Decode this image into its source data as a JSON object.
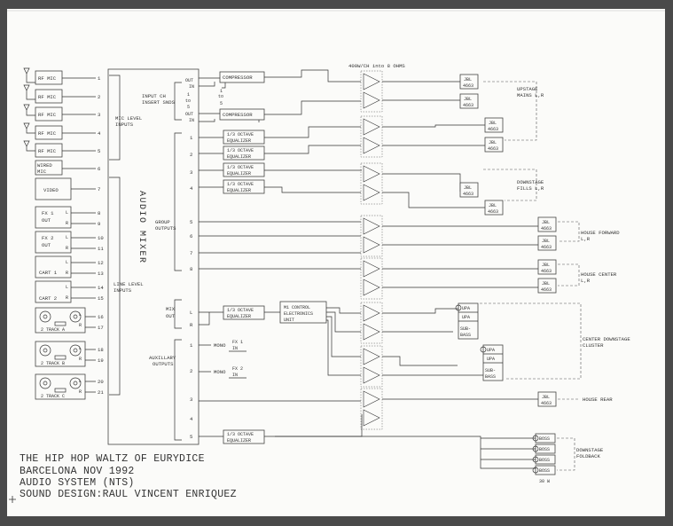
{
  "inputs": {
    "rf_mics": [
      {
        "label": "RF MIC",
        "ch": "1"
      },
      {
        "label": "RF MIC",
        "ch": "2"
      },
      {
        "label": "RF MIC",
        "ch": "3"
      },
      {
        "label": "RF MIC",
        "ch": "4"
      },
      {
        "label": "RF MIC",
        "ch": "5"
      }
    ],
    "wired_mic": {
      "label1": "WIRED",
      "label2": "MIC",
      "ch": "6"
    },
    "video": {
      "label": "VIDEO",
      "ch": "7"
    },
    "fx1": {
      "label1": "FX 1",
      "label2": "OUT",
      "ch_l": "8",
      "ch_r": "9"
    },
    "fx2": {
      "label1": "FX 2",
      "label2": "OUT",
      "ch_l": "10",
      "ch_r": "11"
    },
    "cart1": {
      "label": "CART 1",
      "ch_l": "12",
      "ch_r": "13"
    },
    "cart2": {
      "label": "CART 2",
      "ch_l": "14",
      "ch_r": "15"
    },
    "track_a": {
      "label": "2 TRACK A",
      "ch_l": "16",
      "ch_r": "17"
    },
    "track_b": {
      "label": "2 TRACK B",
      "ch_l": "18",
      "ch_r": "19"
    },
    "track_c": {
      "label": "2 TRACK C",
      "ch_l": "20",
      "ch_r": "21"
    },
    "left_letter": "L",
    "right_letter": "R"
  },
  "mixer": {
    "title": "AUDIO MIXER",
    "mic_level_inputs_1": "MIC LEVEL",
    "mic_level_inputs_2": "INPUTS",
    "line_level_inputs_1": "LINE LEVEL",
    "line_level_inputs_2": "INPUTS",
    "insert_1": "INPUT CH",
    "insert_2": "INSERT SNDS",
    "out_label": "OUT",
    "in_label": "IN",
    "range_1": "1",
    "range_to": "to",
    "range_5": "5",
    "group_outputs_1": "GROUP",
    "group_outputs_2": "OUTPUTS",
    "group_nums": [
      "1",
      "2",
      "3",
      "4",
      "5",
      "6",
      "7",
      "8"
    ],
    "mix_out_1": "MIX",
    "mix_out_2": "OUT",
    "mix_l": "L",
    "mix_r": "R",
    "aux_1": "AUXILLARY",
    "aux_2": "OUTPUTS",
    "aux_nums": [
      "1",
      "2",
      "3",
      "4",
      "5"
    ]
  },
  "processors": {
    "compressor": "COMPRESSOR",
    "eq_1": "1/3 OCTAVE",
    "eq_2": "EQUALIZER",
    "mono": "MONO",
    "fx1_in_1": "FX 1",
    "fx1_in_2": "IN",
    "fx2_in_1": "FX 2",
    "fx2_in_2": "IN",
    "m1_1": "M1 CONTROL",
    "m1_2": "ELECTRONICS",
    "m1_3": "UNIT"
  },
  "amps_header": "400W/CH into 8 OHMS",
  "speakers": {
    "jbl": "JBL",
    "jbl_model": "4663",
    "upa": "UPA",
    "sub_1": "SUB-",
    "sub_2": "BASS",
    "boss": "BOSS",
    "boss_power": "30 W"
  },
  "zones": {
    "upstage_1": "UPSTAGE",
    "upstage_2": "MAINS L,R",
    "downstage_1": "DOWNSTAGE",
    "downstage_2": "FILLS L,R",
    "house_forward_1": "HOUSE FORWARD",
    "house_forward_2": "L,R",
    "house_center_1": "HOUSE CENTER",
    "house_center_2": "L,R",
    "center_down_1": "CENTER DOWNSTAGE",
    "center_down_2": "CLUSTER",
    "house_rear": "HOUSE REAR",
    "foldback_1": "DOWNSTAGE",
    "foldback_2": "FOLDBACK"
  },
  "title_block": {
    "line1": "THE HIP HOP WALTZ OF EURYDICE",
    "line2": "BARCELONA NOV 1992",
    "line3": "AUDIO SYSTEM (NTS)",
    "line4": "SOUND DESIGN:RAUL VINCENT ENRIQUEZ"
  },
  "colors": {
    "paper": "#fbfbf9",
    "ink": "#333333",
    "background": "#4a4a4a"
  }
}
